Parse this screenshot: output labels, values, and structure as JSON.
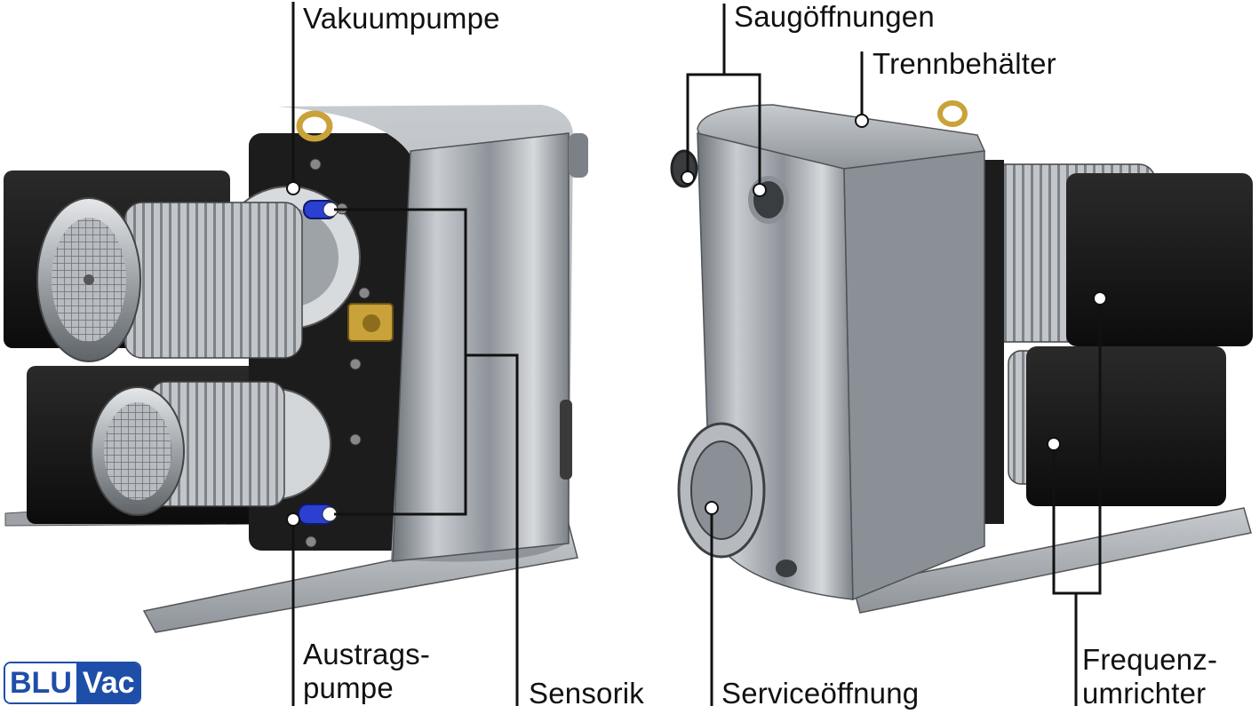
{
  "labels": {
    "vakuumpumpe": "Vakuumpumpe",
    "austrags_1": "Austrags-",
    "austrags_2": "pumpe",
    "sensorik": "Sensorik",
    "saugoeffnungen": "Saugöffnungen",
    "trennbehaelter": "Trennbehälter",
    "serviceoeffnung": "Serviceöffnung",
    "frequenz_1": "Frequenz-",
    "frequenz_2": "umrichter"
  },
  "logo": {
    "left": "BLU",
    "right": "Vac"
  },
  "colors": {
    "brand_blue": "#1f4ea8",
    "sensor_blue": "#2b3fd0",
    "stainless": "#a9adb2",
    "motor_black": "#151515",
    "brass": "#c9a23a",
    "leader_line": "#111111"
  },
  "icons": [
    "vacuum-pump-unit-front",
    "vacuum-pump-unit-rear",
    "sensor-icon",
    "eyebolt-icon"
  ]
}
